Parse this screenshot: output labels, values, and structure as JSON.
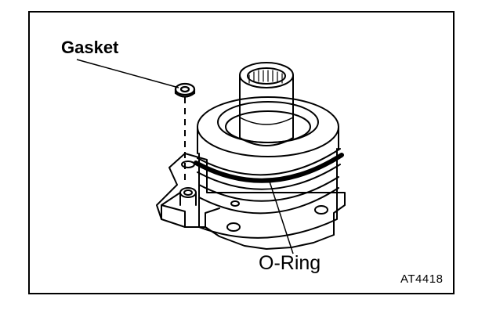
{
  "labels": {
    "gasket": "Gasket",
    "o_ring": "O-Ring",
    "figure_code": "AT4418"
  }
}
